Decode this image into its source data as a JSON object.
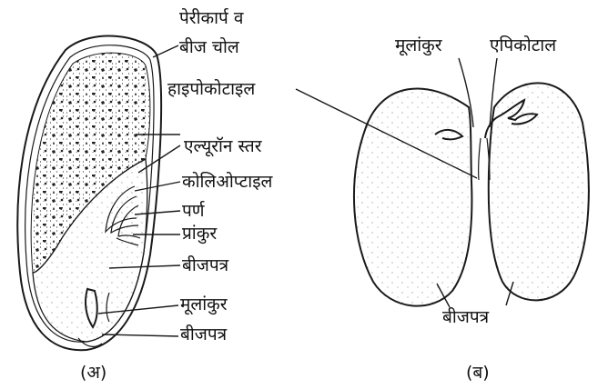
{
  "figure_a": {
    "labels": {
      "pericarp": "पेरीकार्प व",
      "seed_coat": "बीज चोल",
      "aleurone": "एल्यूरॉन स्तर",
      "coleoptile": "कोलिओप्टाइल",
      "leaf": "पर्ण",
      "plumule": "प्रांकुर",
      "cotyledon": "बीजपत्र",
      "radicle": "मूलांकुर",
      "cotyledon2": "बीजपत्र"
    },
    "caption": "(अ)"
  },
  "figure_b": {
    "labels": {
      "radicle": "मूलांकुर",
      "epicotyl": "एपिकोटाल",
      "hypocotyl": "हाइपोकोटाइल",
      "cotyledon": "बीजपत्र"
    },
    "caption": "(ब)"
  },
  "colors": {
    "ink": "#1a1a1a",
    "background": "#ffffff"
  }
}
